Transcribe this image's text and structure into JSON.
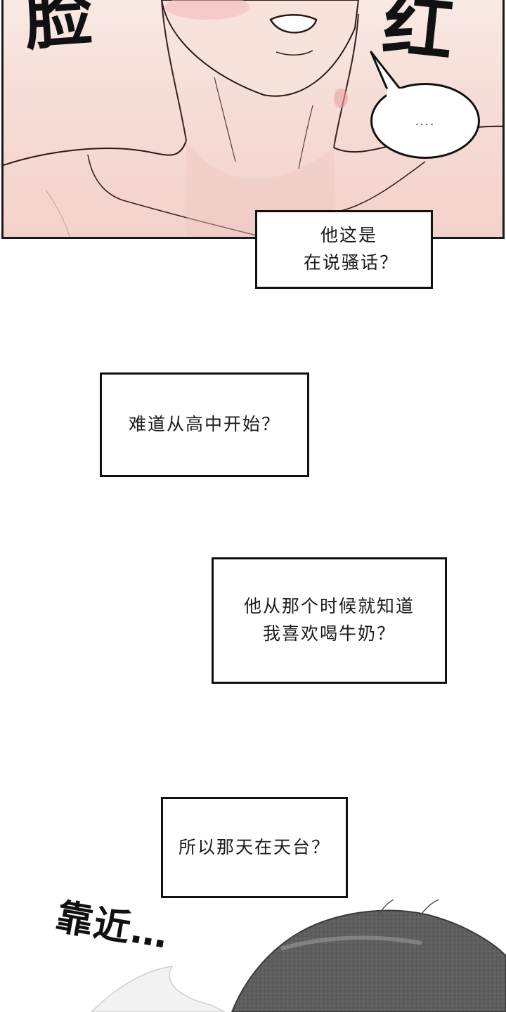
{
  "top_panel": {
    "sfx_left": "脸",
    "sfx_right": "红",
    "speech_bubble": "....",
    "colors": {
      "skin": "#f6dcd6",
      "line": "#1a1a1a"
    }
  },
  "narration": {
    "box1": [
      "他这是",
      "在说骚话？"
    ],
    "box2": [
      "难道从高中开始？"
    ],
    "box3": [
      "他从那个时候就知道",
      "我喜欢喝牛奶？"
    ],
    "box4": [
      "所以那天在天台？"
    ]
  },
  "bottom": {
    "sfx": "靠近…"
  }
}
